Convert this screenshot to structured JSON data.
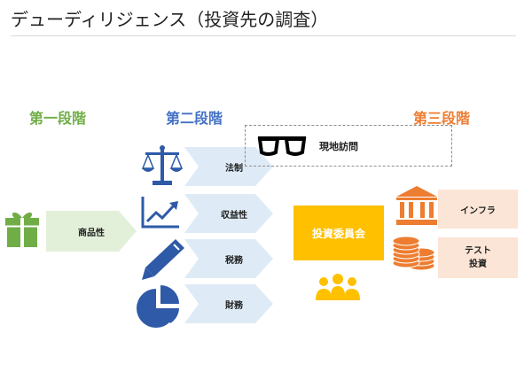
{
  "title": "デューディリジェンス（投資先の調査）",
  "stages": {
    "first": {
      "label": "第一段階",
      "color": "#70ad47"
    },
    "second": {
      "label": "第二段階",
      "color": "#4472c4"
    },
    "third": {
      "label": "第三段階",
      "color": "#ed7d31"
    }
  },
  "first_step": {
    "label": "商品性"
  },
  "second_steps": [
    "法制",
    "収益性",
    "税務",
    "財務"
  ],
  "visit": {
    "label": "現地訪問"
  },
  "committee": {
    "label": "投資委員会"
  },
  "third_steps": [
    {
      "label": "インフラ"
    },
    {
      "label_line1": "テスト",
      "label_line2": "投資"
    }
  ],
  "colors": {
    "green": "#70ad47",
    "green_light": "#e2f0d9",
    "blue": "#4472c4",
    "blue_light": "#deebf7",
    "orange": "#ed7d31",
    "orange_light": "#fbe5d6",
    "yellow": "#ffc000",
    "icon_blue": "#2e5aa8"
  },
  "icons": [
    "gift-icon",
    "scales-icon",
    "growth-chart-icon",
    "pen-icon",
    "pie-chart-icon",
    "glasses-icon",
    "people-icon",
    "bank-icon",
    "coins-icon"
  ]
}
